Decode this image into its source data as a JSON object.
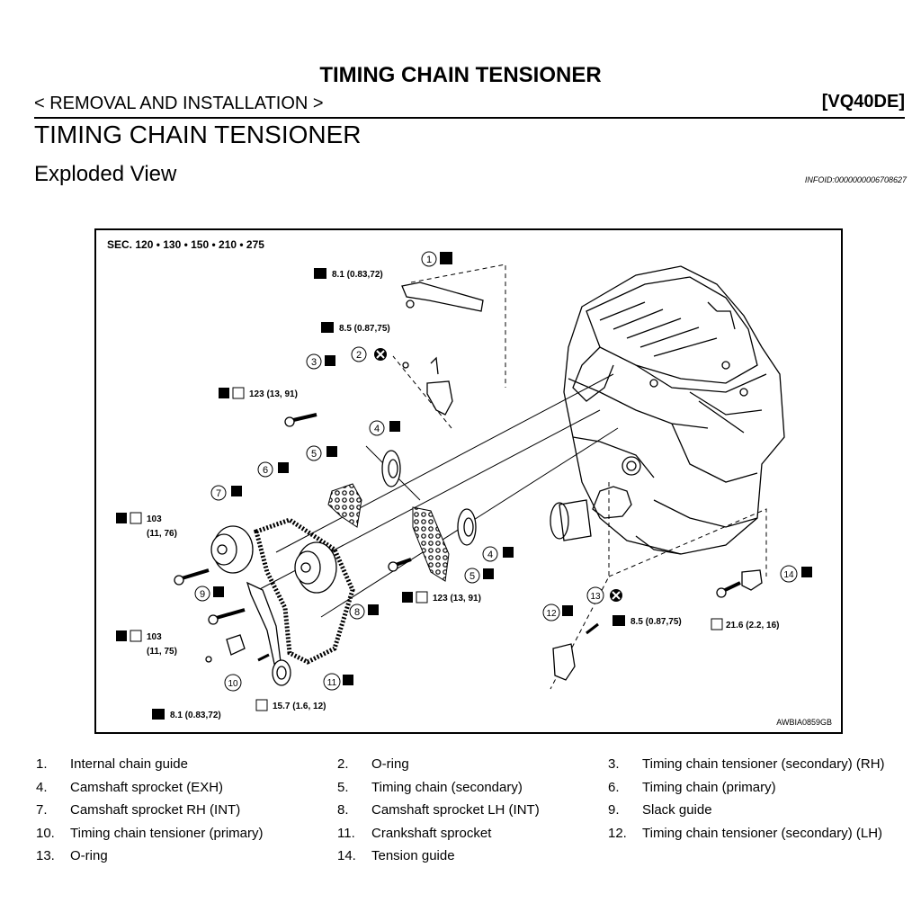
{
  "header": {
    "title": "TIMING CHAIN TENSIONER",
    "section": "< REMOVAL AND INSTALLATION >",
    "engine_code": "[VQ40DE]"
  },
  "heading": {
    "title": "TIMING CHAIN TENSIONER",
    "subtitle": "Exploded View",
    "info_id": "INFOID:0000000006708627"
  },
  "figure": {
    "sec_label": "SEC. 120 • 130 • 150 • 210 • 275",
    "figure_code": "AWBIA0859GB",
    "callouts": [
      "1",
      "2",
      "3",
      "4",
      "5",
      "6",
      "7",
      "8",
      "9",
      "10",
      "11",
      "12",
      "13",
      "14",
      "4",
      "5"
    ],
    "torques": {
      "t1": "8.1 (0.83,72)",
      "t2": "8.5 (0.87,75)",
      "t3": "123 (13, 91)",
      "t4a": "103",
      "t4b": "(11, 76)",
      "t5": "123 (13, 91)",
      "t6a": "103",
      "t6b": "(11, 75)",
      "t7": "8.5 (0.87,75)",
      "t8": "21.6 (2.2, 16)",
      "t9": "15.7 (1.6, 12)",
      "t10": "8.1 (0.83,72)"
    }
  },
  "legend": [
    {
      "num": "1.",
      "text": "Internal chain guide"
    },
    {
      "num": "2.",
      "text": "O-ring"
    },
    {
      "num": "3.",
      "text": "Timing chain tensioner (secondary) (RH)"
    },
    {
      "num": "4.",
      "text": "Camshaft sprocket (EXH)"
    },
    {
      "num": "5.",
      "text": "Timing chain (secondary)"
    },
    {
      "num": "6.",
      "text": "Timing chain (primary)"
    },
    {
      "num": "7.",
      "text": "Camshaft sprocket RH (INT)"
    },
    {
      "num": "8.",
      "text": "Camshaft sprocket LH (INT)"
    },
    {
      "num": "9.",
      "text": "Slack guide"
    },
    {
      "num": "10.",
      "text": "Timing chain tensioner (primary)"
    },
    {
      "num": "11.",
      "text": "Crankshaft sprocket"
    },
    {
      "num": "12.",
      "text": "Timing chain tensioner (secondary) (LH)"
    },
    {
      "num": "13.",
      "text": "O-ring"
    },
    {
      "num": "14.",
      "text": "Tension guide"
    }
  ]
}
